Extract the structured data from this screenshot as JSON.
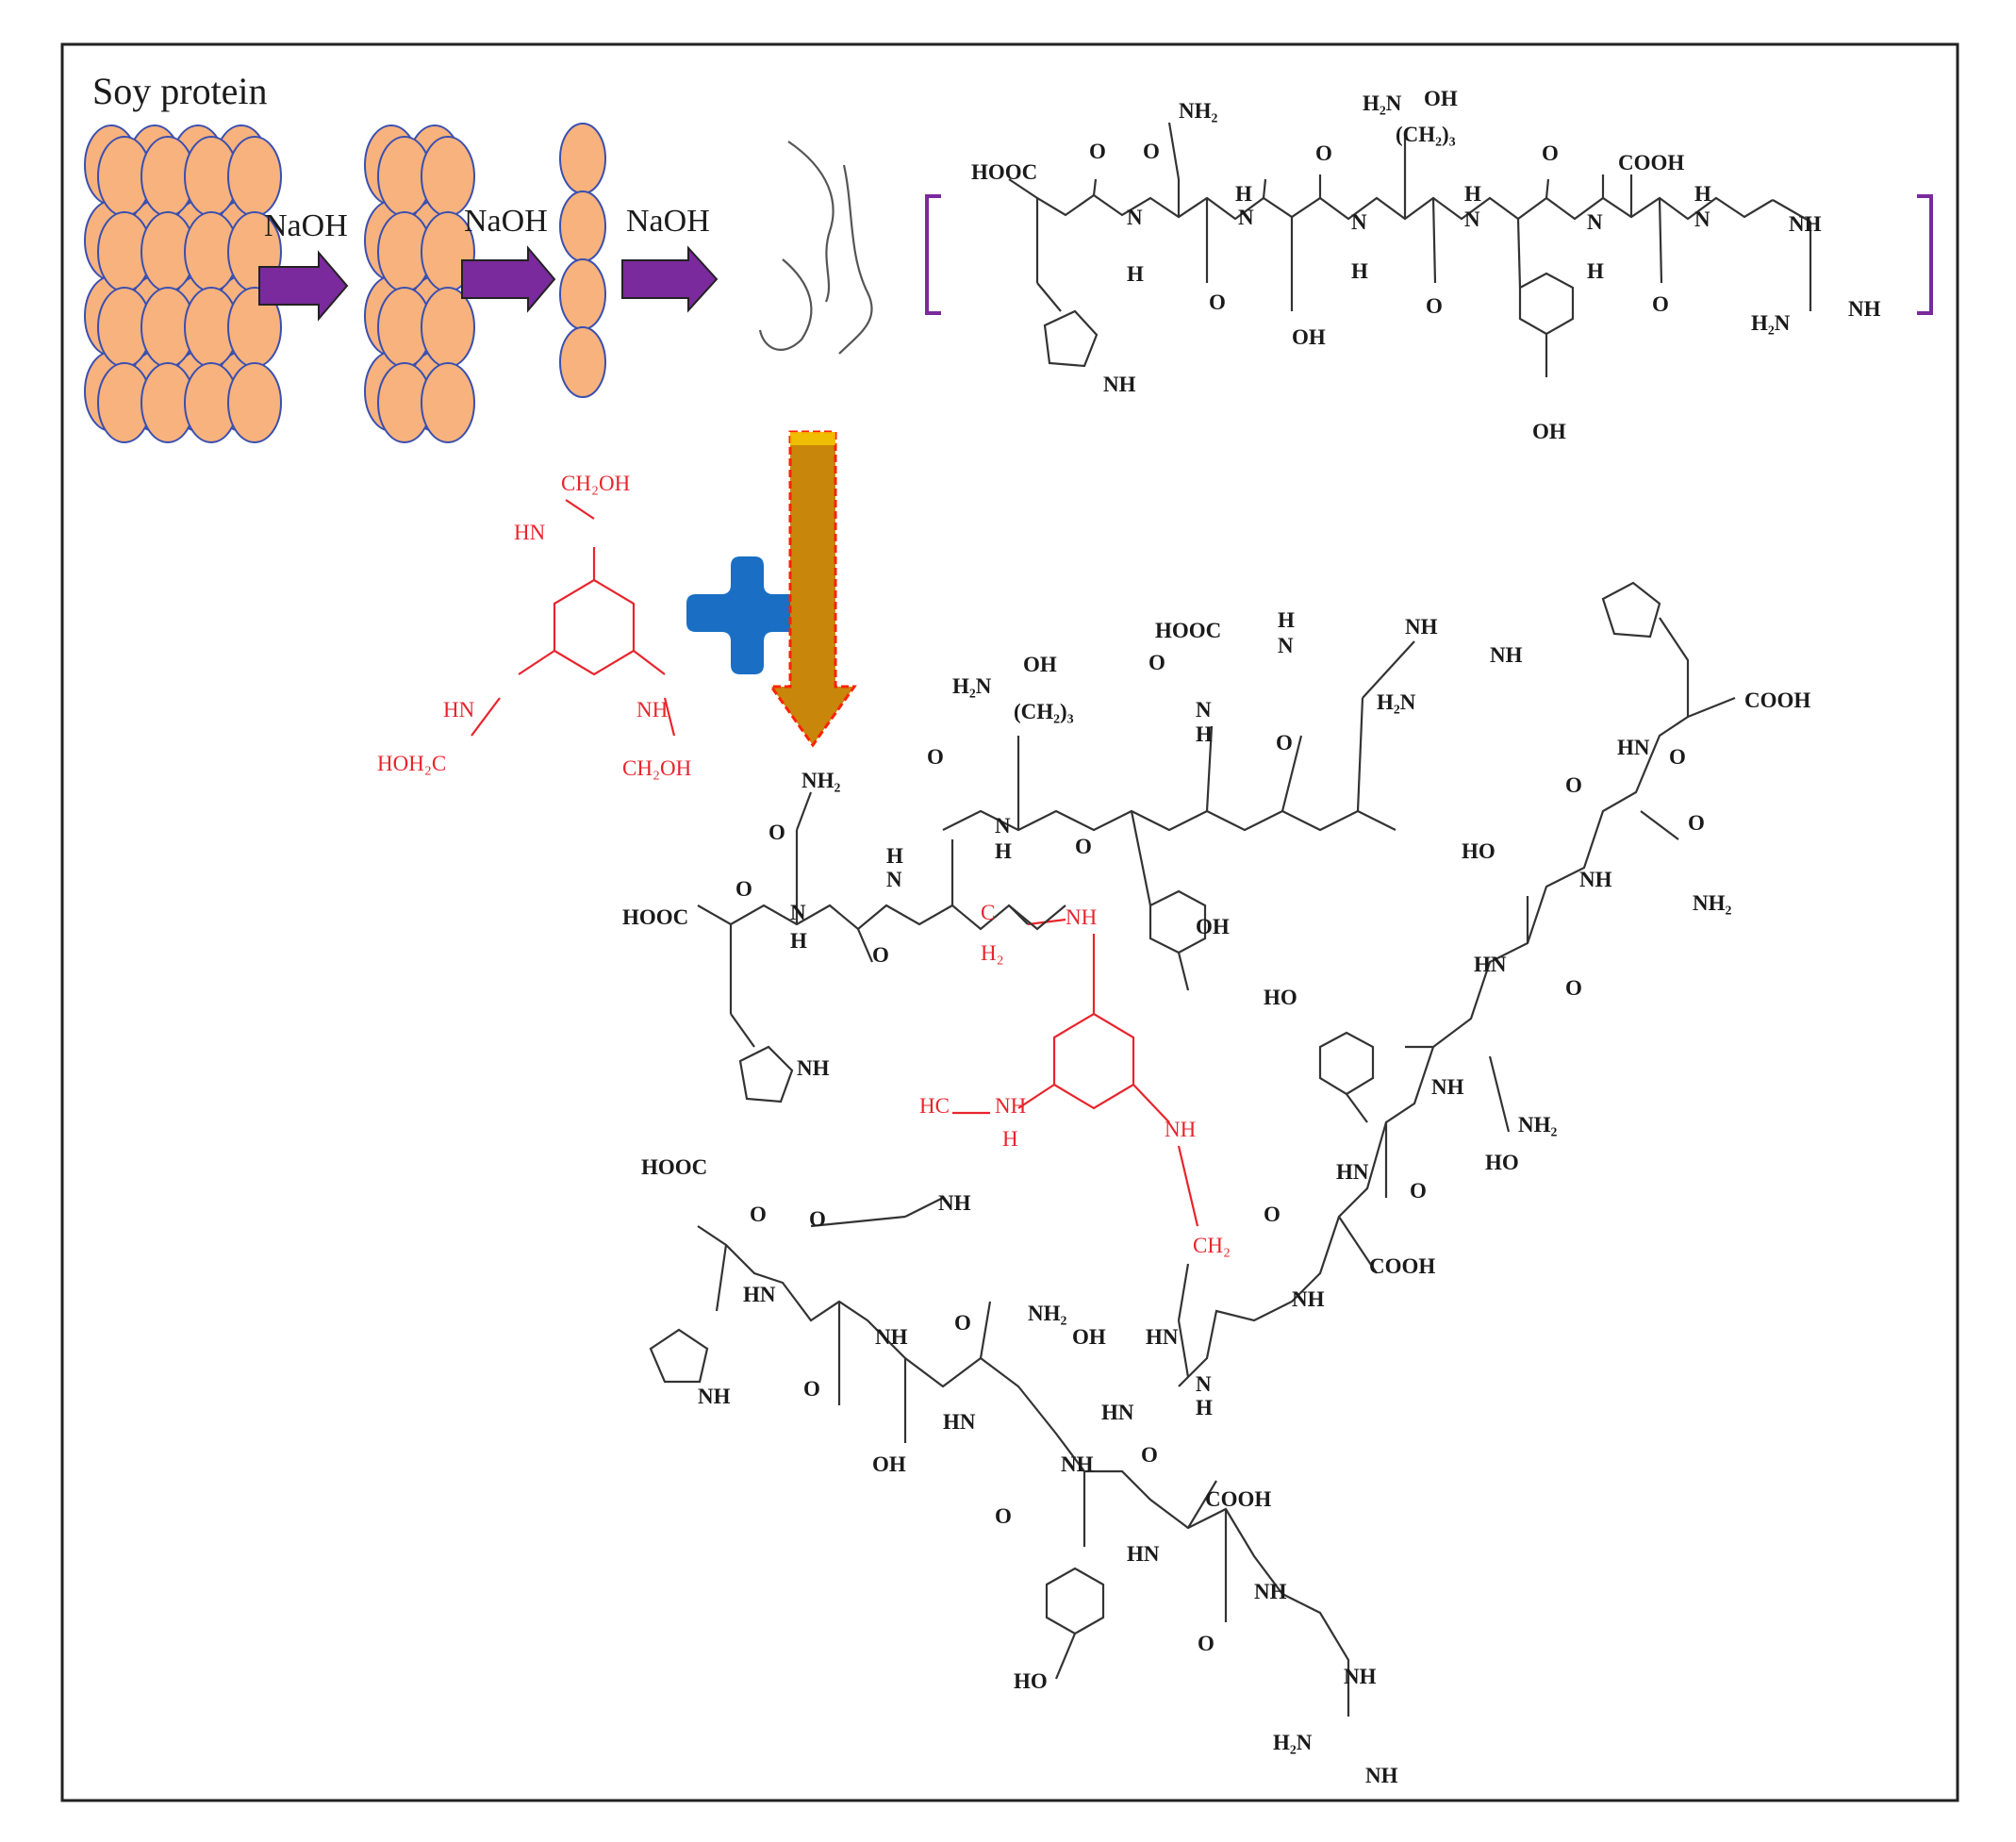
{
  "title": "Soy protein",
  "step_label": "NaOH",
  "colors": {
    "bead_fill": "#f7b27d",
    "bead_stroke": "#3a4fb0",
    "arrow_purple": "#7a2a9c",
    "arrow_gold": "#c8860b",
    "arrow_gold_edge": "#ff2200",
    "plus_blue": "#1a6fc4",
    "crosslinker_red": "#e8242c",
    "bracket_purple": "#7a2a9c"
  },
  "icons": [
    "purple-right-arrow-icon",
    "gold-down-arrow-icon",
    "blue-plus-icon"
  ],
  "labels": {
    "nh2": "NH₂",
    "h2n": "H₂N",
    "oh": "OH",
    "ch2_3": "(CH₂)₃",
    "hooc": "HOOC",
    "cooh": "COOH",
    "o": "O",
    "n": "N",
    "h": "H",
    "nh": "NH",
    "hn": "HN",
    "ch2oh": "CH₂OH",
    "hoh2c": "HOH₂C",
    "c": "C",
    "h2": "H₂",
    "hc": "HC",
    "ch2": "CH₂",
    "ho": "HO"
  }
}
